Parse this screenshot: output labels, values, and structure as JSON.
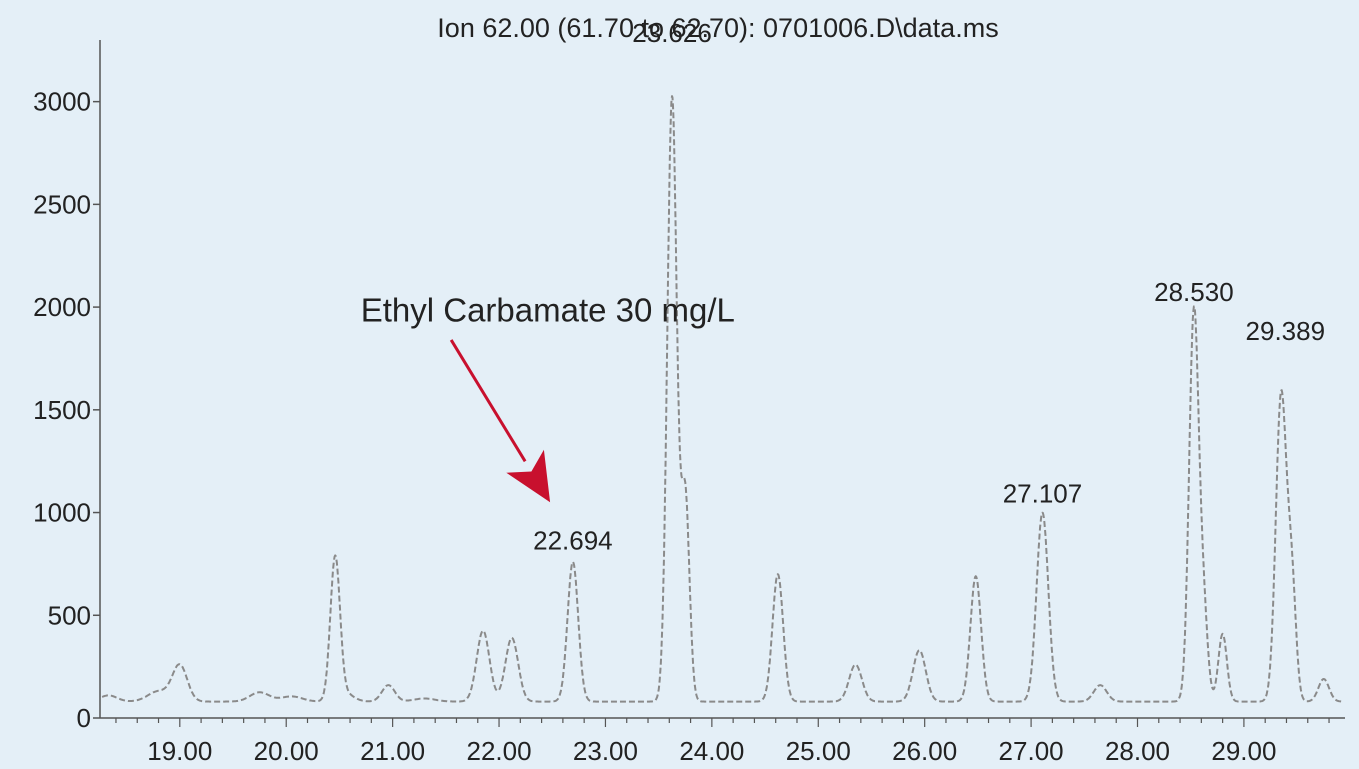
{
  "chart_data": {
    "type": "line",
    "title": "Ion  62.00 (61.70 to 62.70): 0701006.D\\data.ms",
    "xlabel": "",
    "ylabel": "",
    "xlim": [
      18.25,
      29.95
    ],
    "ylim": [
      0,
      3300
    ],
    "x_ticks": [
      19,
      20,
      21,
      22,
      23,
      24,
      25,
      26,
      27,
      28,
      29
    ],
    "x_tick_labels": [
      "19.00",
      "20.00",
      "21.00",
      "22.00",
      "23.00",
      "24.00",
      "25.00",
      "26.00",
      "27.00",
      "28.00",
      "29.00"
    ],
    "y_ticks": [
      0,
      500,
      1000,
      1500,
      2000,
      2500,
      3000
    ],
    "y_tick_labels": [
      "0",
      "500",
      "1000",
      "1500",
      "2000",
      "2500",
      "3000"
    ],
    "grid": false,
    "colors": {
      "background": "#e4eff7",
      "trace": "#8a8a8a",
      "axis": "#555555",
      "arrow": "#c8102e",
      "text": "#222222"
    },
    "series": [
      {
        "baseline": 80,
        "peaks": [
          {
            "x": 18.33,
            "height": 30,
            "width": 0.08
          },
          {
            "x": 18.8,
            "height": 50,
            "width": 0.1
          },
          {
            "x": 19.0,
            "height": 175,
            "width": 0.07
          },
          {
            "x": 19.75,
            "height": 45,
            "width": 0.09
          },
          {
            "x": 20.05,
            "height": 25,
            "width": 0.1
          },
          {
            "x": 20.55,
            "height": 40,
            "width": 0.08
          },
          {
            "x": 20.46,
            "height": 690,
            "width": 0.045
          },
          {
            "x": 20.96,
            "height": 80,
            "width": 0.06
          },
          {
            "x": 21.3,
            "height": 15,
            "width": 0.1
          },
          {
            "x": 21.85,
            "height": 345,
            "width": 0.06
          },
          {
            "x": 22.12,
            "height": 310,
            "width": 0.06
          },
          {
            "x": 22.694,
            "height": 680,
            "width": 0.05
          },
          {
            "x": 23.626,
            "height": 2940,
            "width": 0.045
          },
          {
            "x": 23.75,
            "height": 1000,
            "width": 0.04
          },
          {
            "x": 24.62,
            "height": 620,
            "width": 0.05
          },
          {
            "x": 25.35,
            "height": 180,
            "width": 0.06
          },
          {
            "x": 25.95,
            "height": 250,
            "width": 0.06
          },
          {
            "x": 26.48,
            "height": 610,
            "width": 0.05
          },
          {
            "x": 27.107,
            "height": 920,
            "width": 0.055
          },
          {
            "x": 27.65,
            "height": 80,
            "width": 0.06
          },
          {
            "x": 28.53,
            "height": 1890,
            "width": 0.045
          },
          {
            "x": 28.62,
            "height": 420,
            "width": 0.04
          },
          {
            "x": 28.8,
            "height": 330,
            "width": 0.04
          },
          {
            "x": 29.35,
            "height": 1490,
            "width": 0.05
          },
          {
            "x": 29.45,
            "height": 550,
            "width": 0.04
          },
          {
            "x": 29.75,
            "height": 110,
            "width": 0.05
          }
        ]
      }
    ],
    "peak_labels": [
      {
        "text": "23.626",
        "x": 23.626,
        "y": 3290
      },
      {
        "text": "22.694",
        "x": 22.694,
        "y": 820
      },
      {
        "text": "27.107",
        "x": 27.107,
        "y": 1050
      },
      {
        "text": "28.530",
        "x": 28.53,
        "y": 2030
      },
      {
        "text": "29.389",
        "x": 29.389,
        "y": 1840
      }
    ],
    "annotation": {
      "text": "Ethyl Carbamate 30 mg/L",
      "text_x": 20.7,
      "text_y": 1930,
      "arrow_from": [
        21.55,
        1840
      ],
      "arrow_to": [
        22.48,
        1050
      ]
    }
  }
}
